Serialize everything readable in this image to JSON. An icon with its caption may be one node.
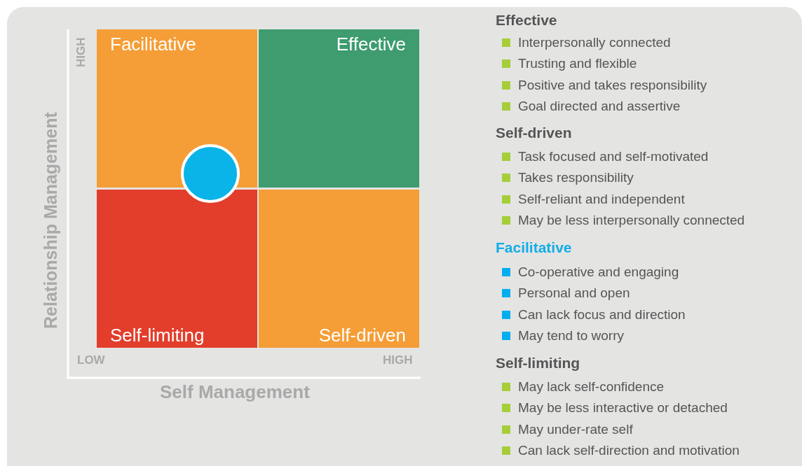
{
  "diagram": {
    "nodes": [
      {
        "text": [
          "Facilitative"
        ]
      },
      {
        "text": [
          "Effective"
        ]
      },
      {
        "text": [
          "Self-limiting"
        ]
      },
      {
        "text": [
          "Self-driven"
        ]
      },
      {
        "text": [],
        "shape": "circle"
      }
    ],
    "edges": [],
    "labels": [
      "HIGH",
      "Relationship Management",
      "LOW",
      "HIGH",
      "Self Management",
      "Effective",
      "Self-driven",
      "Facilitative",
      "Self-limiting"
    ],
    "legend": [
      {
        "text": "Interpersonally connected",
        "color": "#a6ce39"
      },
      {
        "text": "Trusting and flexible",
        "color": "#a6ce39"
      },
      {
        "text": "Positive and takes responsibility",
        "color": "#a6ce39"
      },
      {
        "text": "Goal directed and assertive",
        "color": "#a6ce39"
      },
      {
        "text": "Task focused and self-motivated",
        "color": "#a6ce39"
      },
      {
        "text": "Takes responsibility",
        "color": "#a6ce39"
      },
      {
        "text": "Self-reliant and independent",
        "color": "#a6ce39"
      },
      {
        "text": "May be less interpersonally connected",
        "color": "#a6ce39"
      },
      {
        "text": "Co-operative and engaging",
        "color": "#00aeef"
      },
      {
        "text": "Personal and open",
        "color": "#00aeef"
      },
      {
        "text": "Can lack focus and direction",
        "color": "#00aeef"
      },
      {
        "text": "May tend to worry",
        "color": "#00aeef"
      },
      {
        "text": "May lack self-confidence",
        "color": "#a6ce39"
      },
      {
        "text": "May be less interactive or detached",
        "color": "#a6ce39"
      },
      {
        "text": "May under-rate self",
        "color": "#a6ce39"
      },
      {
        "text": "Can lack self-direction and motivation",
        "color": "#a6ce39"
      }
    ]
  }
}
